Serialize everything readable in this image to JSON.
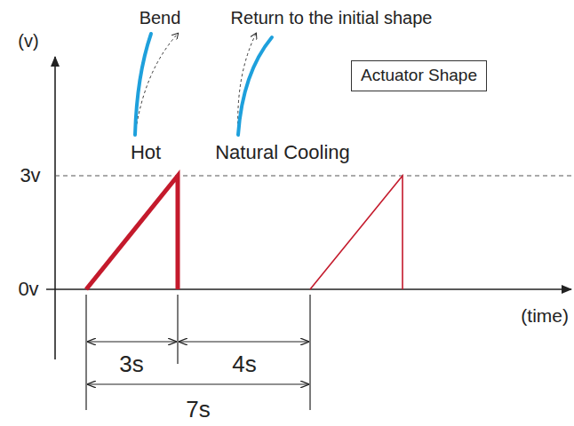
{
  "diagram": {
    "nodes": [
      {
        "text": [
          "Actuator Shape"
        ]
      }
    ],
    "labels": [
      "Bend",
      "Return to the initial shape",
      "(v)",
      "Hot",
      "Natural Cooling",
      "3v",
      "0v",
      "(time)",
      "3s",
      "4s",
      "7s"
    ]
  }
}
